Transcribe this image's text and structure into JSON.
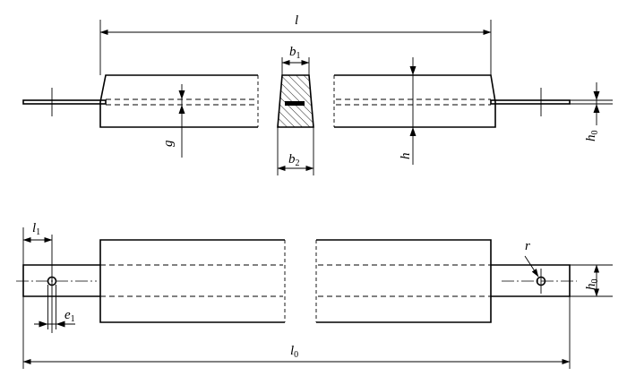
{
  "symbols": {
    "l": "l",
    "b1": "b",
    "b1_sub": "1",
    "b2": "b",
    "b2_sub": "2",
    "g": "g",
    "h": "h",
    "h0_top": "h",
    "h0_top_sub": "0",
    "l1": "l",
    "l1_sub": "1",
    "e1": "e",
    "e1_sub": "1",
    "r": "r",
    "h0_bottom": "h",
    "h0_bottom_sub": "0",
    "l0": "l",
    "l0_sub": "0"
  }
}
